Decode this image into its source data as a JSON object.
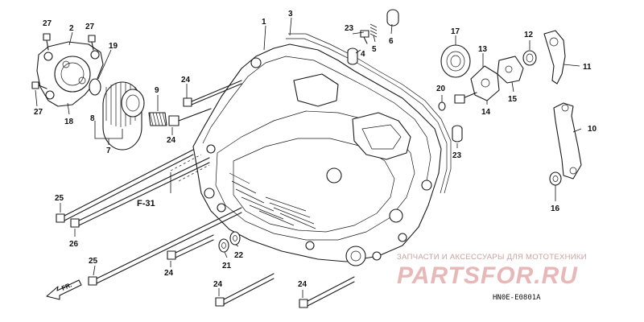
{
  "diagram": {
    "reference_code": "HN0E-E0801A",
    "section_ref": "F-31",
    "front_label": "FR.",
    "callouts": [
      "1",
      "2",
      "3",
      "4",
      "5",
      "6",
      "7",
      "8",
      "9",
      "10",
      "11",
      "12",
      "13",
      "14",
      "15",
      "16",
      "17",
      "18",
      "19",
      "20",
      "21",
      "22",
      "23",
      "23",
      "24",
      "24",
      "24",
      "24",
      "24",
      "24",
      "25",
      "25",
      "26",
      "27",
      "27",
      "27"
    ]
  },
  "watermark": {
    "caption": "ЗАПЧАСТИ И АКСЕССУАРЫ ДЛЯ МОТОТЕХНИКИ",
    "logo": "PARTSFOR.RU"
  }
}
